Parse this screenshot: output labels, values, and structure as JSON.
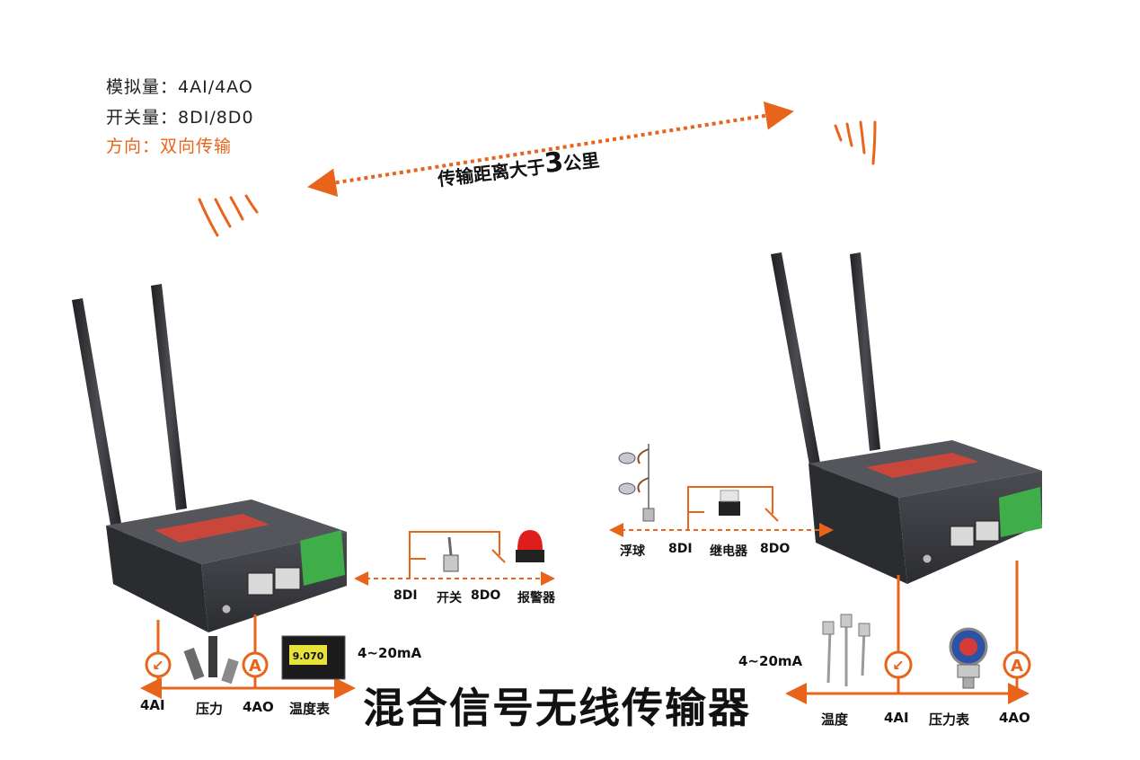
{
  "specs": {
    "analog": "模拟量：4AI/4AO",
    "digital": "开关量：8DI/8D0",
    "direction": "方向：双向传输"
  },
  "distance": {
    "prefix": "传输距离大于",
    "value": "3",
    "suffix": "公里"
  },
  "title": "混合信号无线传输器",
  "left_station": {
    "mid_labels": [
      "8DI",
      "开关",
      "8DO",
      "报警器"
    ],
    "bottom_labels": [
      "4AI",
      "压力",
      "4AO",
      "温度表"
    ],
    "current_range": "4~20mA",
    "meter_reading": "9.070",
    "ai_symbol": "↙",
    "ao_symbol": "A"
  },
  "right_station": {
    "mid_labels": [
      "浮球",
      "8DI",
      "继电器",
      "8DO"
    ],
    "bottom_labels": [
      "温度",
      "4AI",
      "压力表",
      "4AO"
    ],
    "current_range": "4~20mA",
    "ai_symbol": "↙",
    "ao_symbol": "A"
  },
  "colors": {
    "accent": "#e8641b",
    "device_body": "#3e3f44",
    "antenna": "#2f3034",
    "terminal": "#3fae49"
  }
}
